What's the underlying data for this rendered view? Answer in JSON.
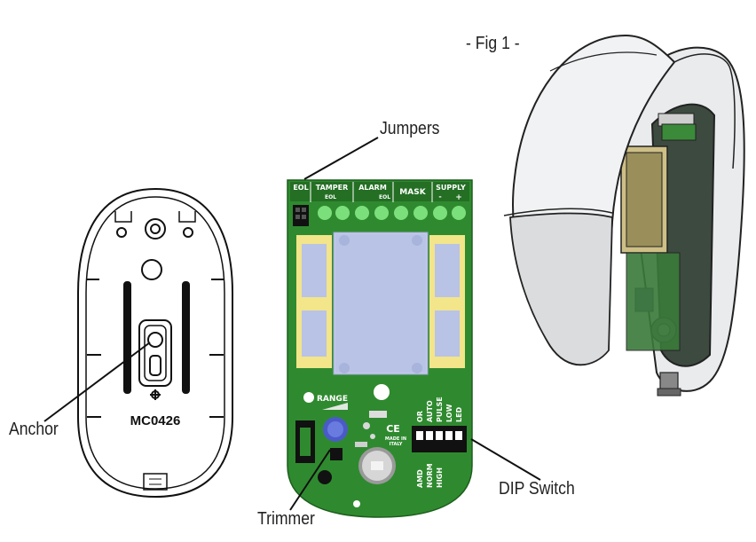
{
  "figure": {
    "title": "- Fig 1 -"
  },
  "callouts": {
    "jumpers": "Jumpers",
    "anchor": "Anchor",
    "trimmer": "Trimmer",
    "dip_switch": "DIP Switch"
  },
  "base": {
    "model_code": "MC0426"
  },
  "pcb": {
    "jumper_labels": {
      "eol": "EOL"
    },
    "terminal_headers": {
      "tamper": "TAMPER",
      "alarm": "ALARM",
      "mask": "MASK",
      "supply": "SUPPLY"
    },
    "terminal_sublabels": {
      "tamper_eol": "EOL",
      "alarm_eol": "EOL",
      "supply_minus": "-",
      "supply_plus": "+"
    },
    "range_label": "RANGE",
    "ce_mark": "CE",
    "made_in": [
      "MADE IN",
      "ITALY"
    ],
    "dip_top_labels": [
      "OR",
      "AUTO",
      "PULSE",
      "LOW",
      "LED"
    ],
    "dip_bottom_labels": [
      "AMD",
      "NORM",
      "HIGH"
    ]
  },
  "colors": {
    "pcb_green": "#2f8a2f",
    "pad_yellow": "#f2e58a",
    "lens_blue": "#b9c3e6",
    "trimmer_blue": "#4a5bc8"
  }
}
